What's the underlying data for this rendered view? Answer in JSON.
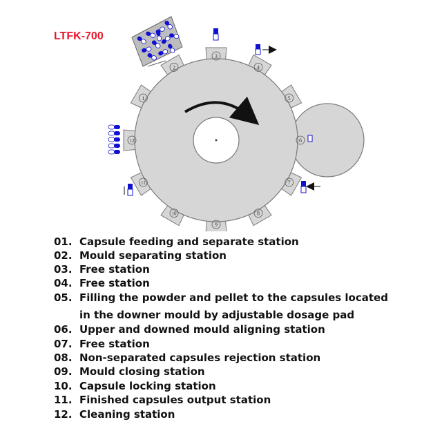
{
  "model": {
    "label": "LTFK-700",
    "color": "#e8162b"
  },
  "colors": {
    "turret": "#d6d6d6",
    "outline": "#7a7a7a",
    "capsule_blue": "#1010d0",
    "arrow": "#111111"
  },
  "stations": [
    {
      "number": "1"
    },
    {
      "number": "2"
    },
    {
      "number": "3"
    },
    {
      "number": "4"
    },
    {
      "number": "5"
    },
    {
      "number": "6"
    },
    {
      "number": "7"
    },
    {
      "number": "8"
    },
    {
      "number": "9"
    },
    {
      "number": "10"
    },
    {
      "number": "11"
    },
    {
      "number": "12"
    }
  ],
  "legend": [
    {
      "num": "01.",
      "text": "Capsule feeding and separate station"
    },
    {
      "num": "02.",
      "text": "Mould separating station"
    },
    {
      "num": "03.",
      "text": "Free station"
    },
    {
      "num": "04.",
      "text": "Free station"
    },
    {
      "num": "05.",
      "text": "Filling the powder and pellet to the capsules located"
    },
    {
      "num": "",
      "text": "in the downer mould by adjustable dosage pad"
    },
    {
      "num": "06.",
      "text": "Upper and downed mould aligning station"
    },
    {
      "num": "07.",
      "text": "Free station"
    },
    {
      "num": "08.",
      "text": "Non-separated capsules rejection station"
    },
    {
      "num": "09.",
      "text": "Mould closing station"
    },
    {
      "num": "10.",
      "text": "Capsule locking station"
    },
    {
      "num": "11.",
      "text": "Finished capsules output station"
    },
    {
      "num": "12.",
      "text": "Cleaning station"
    }
  ]
}
